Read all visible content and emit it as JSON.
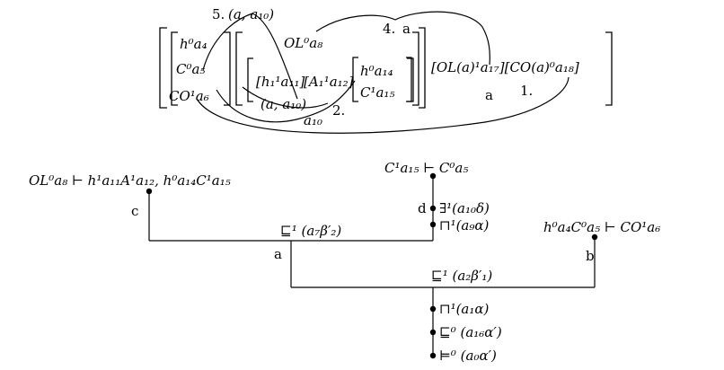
{
  "top_formula": {
    "h0a4": "h⁰a₄",
    "c0a5": "C⁰a₅",
    "co1a6": "CO¹a₆",
    "ol0a8": "OL⁰a₈",
    "h1a11": "[h₁¹a₁₁]",
    "a1a12": "[A₁¹a₁₂]",
    "h0a14": "h⁰a₁₄",
    "c1a15": "C¹a₁₅",
    "ol_tail": "[OL(a)¹a₁₇][CO(a)⁰a₁₈]"
  },
  "top_links": {
    "link5": "5.",
    "link5_pair": "(a, a₁₀)",
    "link4": "4.",
    "link4_var": "a",
    "link2": "2.",
    "link2_pair": "(a, a₁₀)",
    "link2_sub": "a₁₀",
    "link1": "1.",
    "link1_var": "a"
  },
  "tree": {
    "leaf_c": "OL⁰a₈ ⊢ h¹a₁₁A¹a₁₂, h⁰a₁₄C¹a₁₅",
    "leaf_d": "C¹a₁₅ ⊢ C⁰a₅",
    "leaf_b": "h⁰a₄C⁰a₅ ⊢ CO¹a₆",
    "label_c": "c",
    "label_d": "d",
    "label_a": "a",
    "label_b": "b",
    "step_exists": "∃¹(a₁₀δ)",
    "step_sqcap_a9": "⊓¹(a₉α)",
    "join_a7": "⊑¹ (a₇β′₂)",
    "join_a2": "⊑¹ (a₂β′₁)",
    "step_sqcap_a1": "⊓¹(a₁α)",
    "step_sq_a16": "⊑⁰ (a₁₆α′)",
    "step_models": "⊨⁰ (a₀α′)"
  }
}
